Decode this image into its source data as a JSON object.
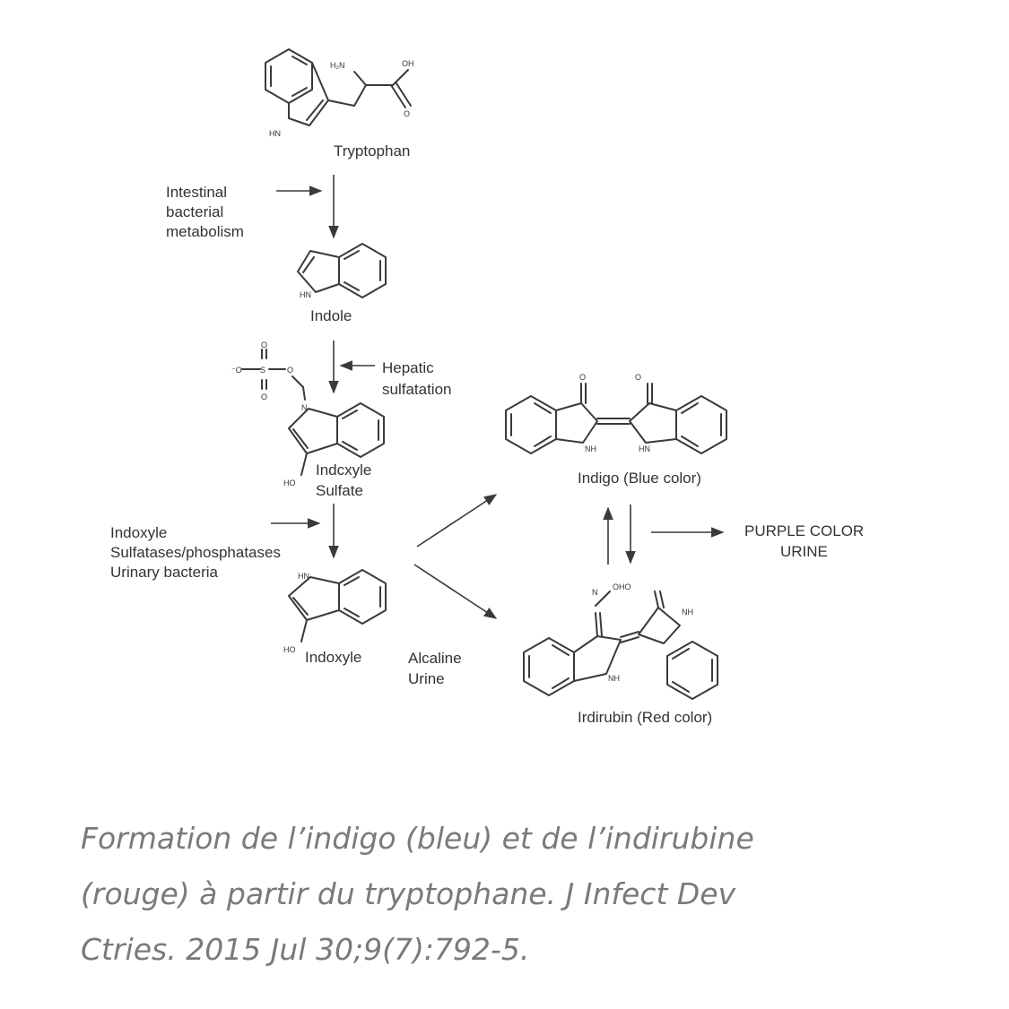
{
  "compounds": {
    "tryptophan": "Tryptophan",
    "indole": "Indole",
    "indoxyl_sulfate_line1": "Indcxyle",
    "indoxyl_sulfate_line2": "Sulfate",
    "indoxyle": "Indoxyle",
    "indigo": "Indigo (Blue color)",
    "indirubin": "Irdirubin (Red color)"
  },
  "steps": {
    "intestinal": [
      "Intestinal",
      "bacterial",
      "metabolism"
    ],
    "hepatic": [
      "Hepatic",
      "sulfatation"
    ],
    "sulfatases": [
      "Indoxyle",
      "Sulfatases/phosphatases",
      "Urinary bacteria"
    ],
    "alcaline": [
      "Alcaline",
      "Urine"
    ],
    "purple": [
      "PURPLE COLOR",
      "URINE"
    ]
  },
  "atoms": {
    "nh2": "H₂N",
    "oh": "OH",
    "o": "O",
    "hn": "HN",
    "nh": "NH",
    "n": "N",
    "s": "S",
    "o_minus": "⁻O",
    "ho": "HO",
    "oho": "OHO"
  },
  "caption": "Formation de l’indigo (bleu) et de l’indirubine\n(rouge) à partir du tryptophane. J Infect Dev\nCtries. 2015 Jul 30;9(7):792-5."
}
